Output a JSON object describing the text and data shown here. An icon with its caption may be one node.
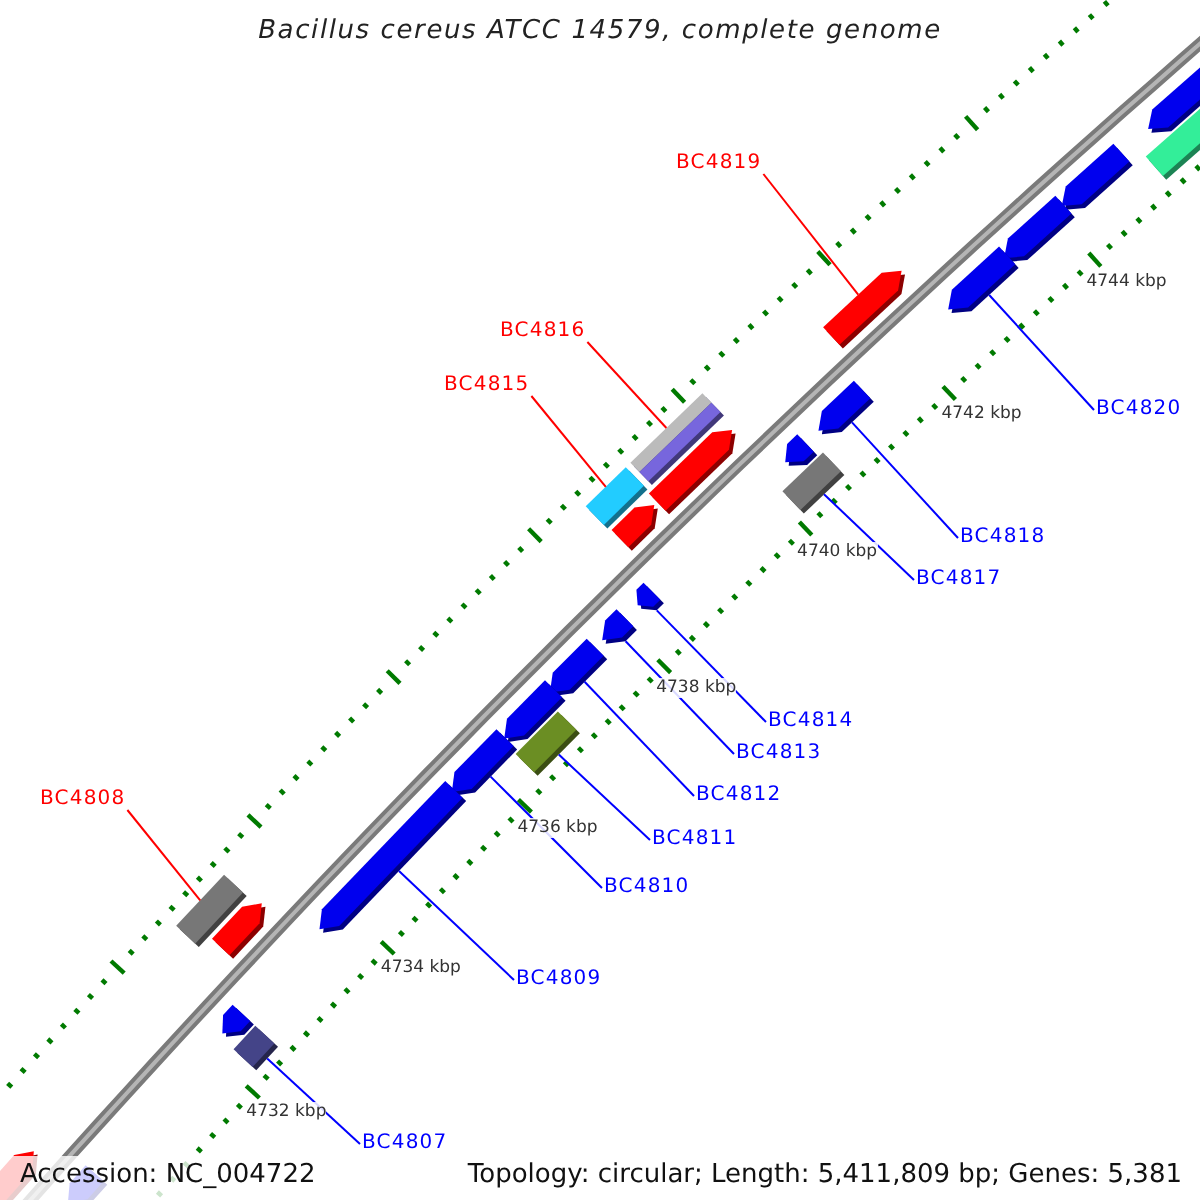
{
  "diagram": {
    "title": "Bacillus cereus ATCC 14579, complete genome",
    "nodes": [
      {
        "text": [
          "BC4819"
        ]
      },
      {
        "text": [
          "BC4816"
        ]
      },
      {
        "text": [
          "BC4815"
        ]
      },
      {
        "text": [
          "BC4820"
        ]
      },
      {
        "text": [
          "BC4818"
        ]
      },
      {
        "text": [
          "BC4817"
        ]
      },
      {
        "text": [
          "BC4814"
        ]
      },
      {
        "text": [
          "BC4813"
        ]
      },
      {
        "text": [
          "BC4812"
        ]
      },
      {
        "text": [
          "BC4808"
        ]
      },
      {
        "text": [
          "BC4811"
        ]
      },
      {
        "text": [
          "BC4810"
        ]
      },
      {
        "text": [
          "BC4809"
        ]
      },
      {
        "text": [
          "BC4807"
        ]
      },
      {
        "text": [],
        "shape": "bar"
      },
      {
        "text": [],
        "shape": "box"
      },
      {
        "text": [],
        "shape": "bar"
      },
      {
        "text": [],
        "shape": "bar"
      },
      {
        "text": [],
        "shape": "bar"
      },
      {
        "text": [],
        "shape": "bar"
      },
      {
        "text": [],
        "shape": "bar"
      },
      {
        "text": [],
        "shape": "box"
      },
      {
        "text": [],
        "shape": "bar"
      },
      {
        "text": [],
        "shape": "bar"
      },
      {
        "text": [],
        "shape": "box"
      },
      {
        "text": [],
        "shape": "box"
      },
      {
        "text": [],
        "shape": "bar"
      },
      {
        "text": [],
        "shape": "bar"
      },
      {
        "text": [],
        "shape": "bar"
      },
      {
        "text": [],
        "shape": "bar"
      },
      {
        "text": [],
        "shape": "bar"
      },
      {
        "text": [],
        "shape": "box"
      },
      {
        "text": [],
        "shape": "bar"
      },
      {
        "text": [],
        "shape": "bar"
      },
      {
        "text": [],
        "shape": "box"
      },
      {
        "text": [],
        "shape": "bar"
      },
      {
        "text": [],
        "shape": "bar"
      },
      {
        "text": [],
        "shape": "box"
      },
      {
        "text": [],
        "shape": "bar"
      },
      {
        "text": [],
        "shape": "bar"
      }
    ],
    "edges": [
      {
        "from": 0,
        "to": 19,
        "arrow": "none",
        "color": "#ff0000"
      },
      {
        "from": 1,
        "to": 21,
        "arrow": "none",
        "color": "#ff0000"
      },
      {
        "from": 2,
        "to": 25,
        "arrow": "none",
        "color": "#ff0000"
      },
      {
        "from": 3,
        "to": 18,
        "arrow": "none"
      },
      {
        "from": 4,
        "to": 20,
        "arrow": "none"
      },
      {
        "from": 5,
        "to": 24,
        "arrow": "none"
      },
      {
        "from": 6,
        "to": 27,
        "arrow": "none"
      },
      {
        "from": 7,
        "to": 28,
        "arrow": "none"
      },
      {
        "from": 8,
        "to": 29,
        "arrow": "none"
      },
      {
        "from": 9,
        "to": 34,
        "arrow": "none",
        "color": "#ff0000"
      },
      {
        "from": 10,
        "to": 31,
        "arrow": "none"
      },
      {
        "from": 11,
        "to": 32,
        "arrow": "none"
      },
      {
        "from": 12,
        "to": 33,
        "arrow": "none"
      },
      {
        "from": 13,
        "to": 37,
        "arrow": "none"
      }
    ],
    "labels": [
      "4744 kbp",
      "4742 kbp",
      "4740 kbp",
      "4738 kbp",
      "4736 kbp",
      "4734 kbp",
      "4732 kbp",
      "Accession: NC_004722",
      "Topology: circular; Length: 5,411,809 bp; Genes: 5,381"
    ]
  }
}
